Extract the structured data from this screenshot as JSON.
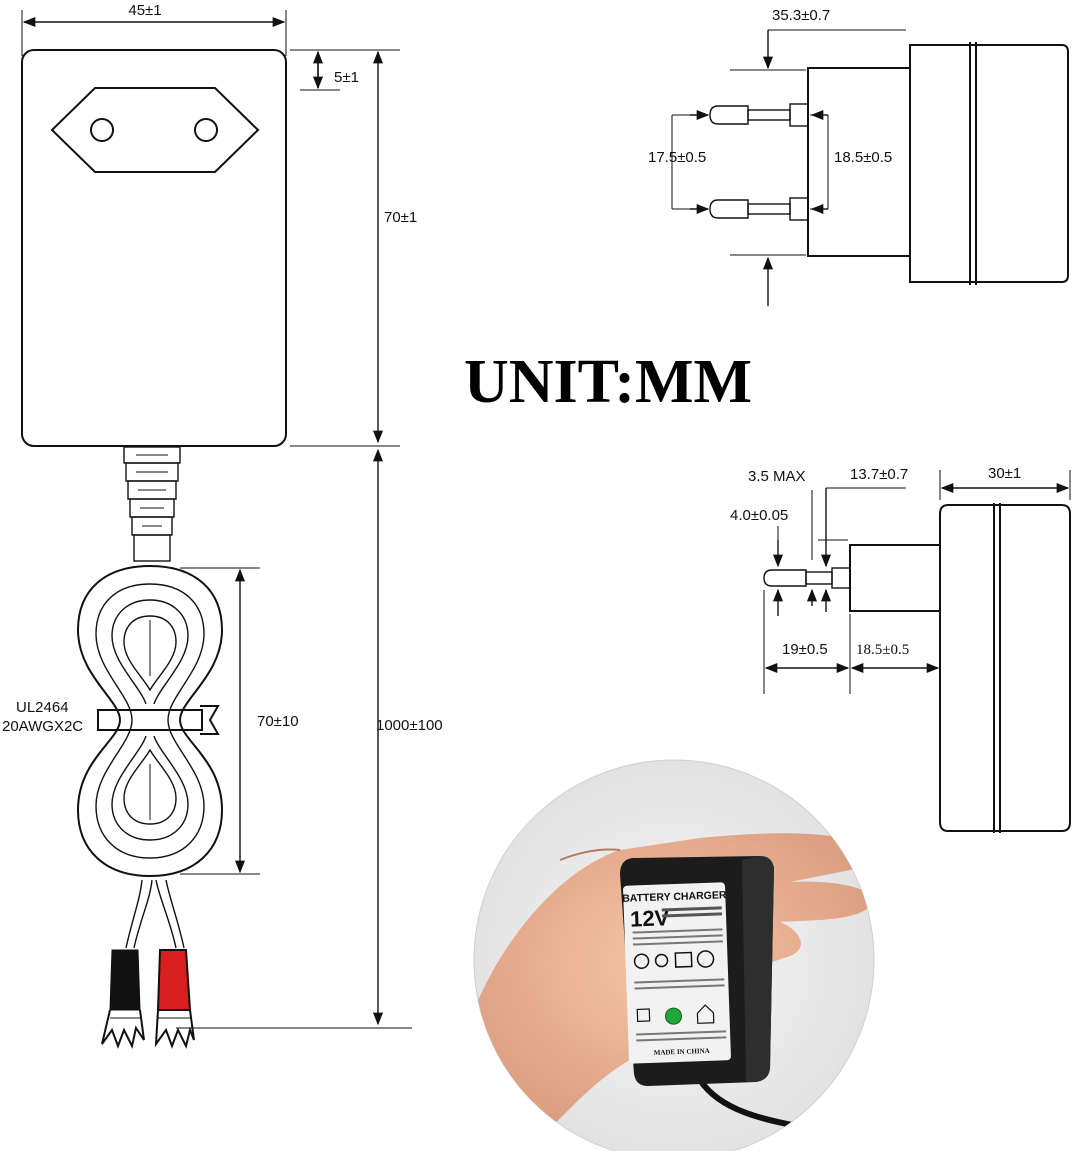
{
  "unit_label": "UNIT:MM",
  "front_view": {
    "width": "45±1",
    "top_margin": "5±1",
    "height": "70±1",
    "cable_spec_line1": "UL2464",
    "cable_spec_line2": "20AWGX2C",
    "coil_length": "70±10",
    "cable_length": "1000±100"
  },
  "side_view_top": {
    "depth": "35.3±0.7",
    "pin_outer_spacing": "17.5±0.5",
    "pin_inner_spacing": "18.5±0.5"
  },
  "side_view_bottom": {
    "pin_max": "3.5 MAX",
    "plug_depth": "13.7±0.7",
    "body_depth": "30±1",
    "pin_diameter": "4.0±0.05",
    "pin_length": "19±0.5",
    "pin_base": "18.5±0.5"
  },
  "photo": {
    "label_line1": "BATTERY CHARGER",
    "label_voltage": "12V",
    "label_made": "MADE IN CHINA"
  },
  "colors": {
    "clip_black": "#111111",
    "clip_red": "#d81e1e",
    "led_green": "#1fa83a",
    "charger_body": "#1c1c1c"
  }
}
